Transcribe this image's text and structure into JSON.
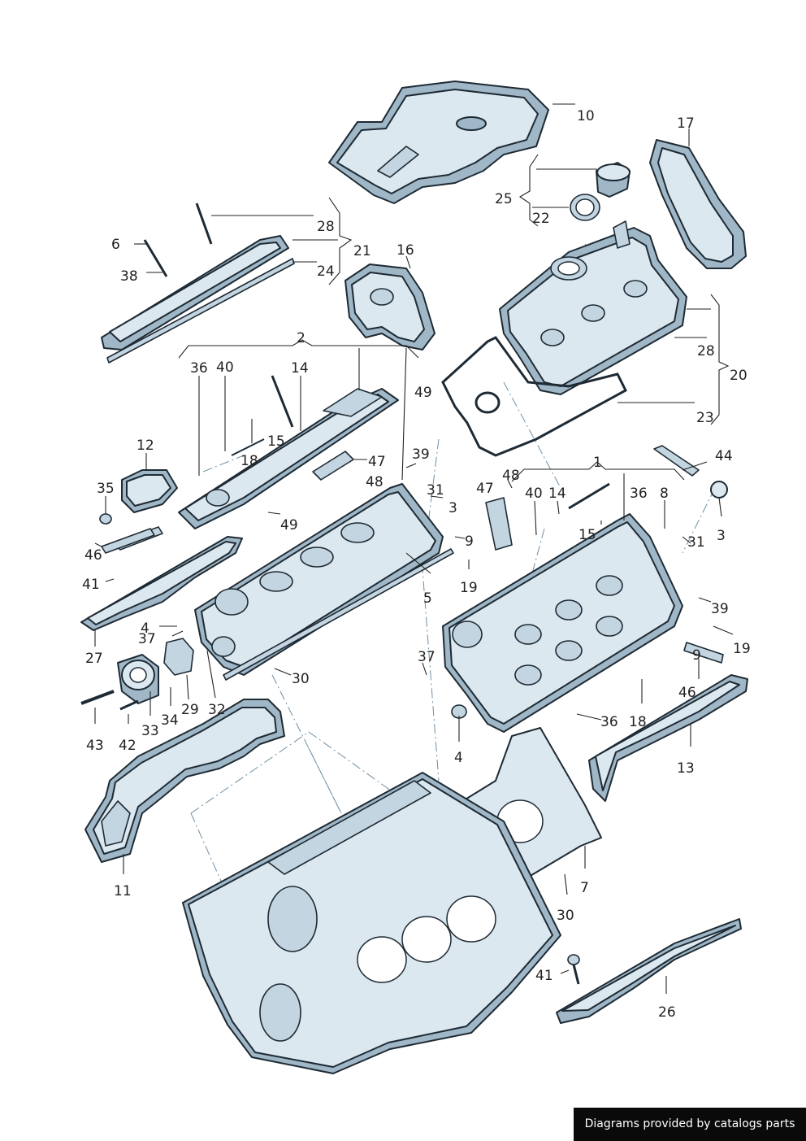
{
  "labels": [
    {
      "id": "10",
      "text": "10"
    },
    {
      "id": "17",
      "text": "17"
    },
    {
      "id": "25",
      "text": "25"
    },
    {
      "id": "22",
      "text": "22"
    },
    {
      "id": "28a",
      "text": "28"
    },
    {
      "id": "6",
      "text": "6"
    },
    {
      "id": "21",
      "text": "21"
    },
    {
      "id": "16",
      "text": "16"
    },
    {
      "id": "24",
      "text": "24"
    },
    {
      "id": "38",
      "text": "38"
    },
    {
      "id": "2",
      "text": "2"
    },
    {
      "id": "28b",
      "text": "28"
    },
    {
      "id": "20",
      "text": "20"
    },
    {
      "id": "36a",
      "text": "36"
    },
    {
      "id": "40a",
      "text": "40"
    },
    {
      "id": "14a",
      "text": "14"
    },
    {
      "id": "49a",
      "text": "49"
    },
    {
      "id": "23",
      "text": "23"
    },
    {
      "id": "18a",
      "text": "18"
    },
    {
      "id": "15a",
      "text": "15"
    },
    {
      "id": "12",
      "text": "12"
    },
    {
      "id": "47a",
      "text": "47"
    },
    {
      "id": "39a",
      "text": "39"
    },
    {
      "id": "44",
      "text": "44"
    },
    {
      "id": "48a",
      "text": "48"
    },
    {
      "id": "1",
      "text": "1"
    },
    {
      "id": "48b",
      "text": "48"
    },
    {
      "id": "35",
      "text": "35"
    },
    {
      "id": "31a",
      "text": "31"
    },
    {
      "id": "47b",
      "text": "47"
    },
    {
      "id": "40b",
      "text": "40"
    },
    {
      "id": "14b",
      "text": "14"
    },
    {
      "id": "36b",
      "text": "36"
    },
    {
      "id": "8",
      "text": "8"
    },
    {
      "id": "3a",
      "text": "3"
    },
    {
      "id": "3b",
      "text": "3"
    },
    {
      "id": "49b",
      "text": "49"
    },
    {
      "id": "15b",
      "text": "15"
    },
    {
      "id": "9a",
      "text": "9"
    },
    {
      "id": "31b",
      "text": "31"
    },
    {
      "id": "46a",
      "text": "46"
    },
    {
      "id": "41a",
      "text": "41"
    },
    {
      "id": "19a",
      "text": "19"
    },
    {
      "id": "5",
      "text": "5"
    },
    {
      "id": "39b",
      "text": "39"
    },
    {
      "id": "4a",
      "text": "4"
    },
    {
      "id": "37a",
      "text": "37"
    },
    {
      "id": "19b",
      "text": "19"
    },
    {
      "id": "27",
      "text": "27"
    },
    {
      "id": "9b",
      "text": "9"
    },
    {
      "id": "37b",
      "text": "37"
    },
    {
      "id": "30a",
      "text": "30"
    },
    {
      "id": "46b",
      "text": "46"
    },
    {
      "id": "29",
      "text": "29"
    },
    {
      "id": "32",
      "text": "32"
    },
    {
      "id": "33",
      "text": "33"
    },
    {
      "id": "34",
      "text": "34"
    },
    {
      "id": "36c",
      "text": "36"
    },
    {
      "id": "18b",
      "text": "18"
    },
    {
      "id": "43",
      "text": "43"
    },
    {
      "id": "42",
      "text": "42"
    },
    {
      "id": "13",
      "text": "13"
    },
    {
      "id": "4b",
      "text": "4"
    },
    {
      "id": "11",
      "text": "11"
    },
    {
      "id": "7",
      "text": "7"
    },
    {
      "id": "30b",
      "text": "30"
    },
    {
      "id": "41b",
      "text": "41"
    },
    {
      "id": "26",
      "text": "26"
    }
  ],
  "credit": "Diagrams provided by catalogs parts",
  "colors": {
    "part_fill": "#dce8ef",
    "part_shade": "#9fb7c6",
    "outline": "#1e2a34",
    "credit_bg": "#0a0a0a"
  }
}
